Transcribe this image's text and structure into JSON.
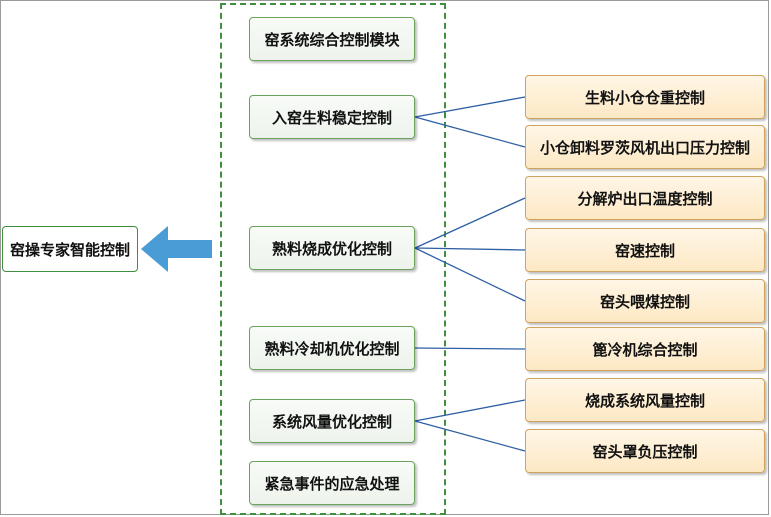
{
  "main": {
    "label": "窑操专家智能控制"
  },
  "modules": [
    {
      "id": "m0",
      "label": "窑系统综合控制模块"
    },
    {
      "id": "m1",
      "label": "入窑生料稳定控制"
    },
    {
      "id": "m2",
      "label": "熟料烧成优化控制"
    },
    {
      "id": "m3",
      "label": "熟料冷却机优化控制"
    },
    {
      "id": "m4",
      "label": "系统风量优化控制"
    },
    {
      "id": "m5",
      "label": "紧急事件的应急处理"
    }
  ],
  "submodules": [
    {
      "id": "s0",
      "parent": "m1",
      "label": "生料小仓仓重控制"
    },
    {
      "id": "s1",
      "parent": "m1",
      "label": "小仓卸料罗茨风机出口压力控制"
    },
    {
      "id": "s2",
      "parent": "m2",
      "label": "分解炉出口温度控制"
    },
    {
      "id": "s3",
      "parent": "m2",
      "label": "窑速控制"
    },
    {
      "id": "s4",
      "parent": "m2",
      "label": "窑头喂煤控制"
    },
    {
      "id": "s5",
      "parent": "m3",
      "label": "篦冷机综合控制"
    },
    {
      "id": "s6",
      "parent": "m4",
      "label": "烧成系统风量控制"
    },
    {
      "id": "s7",
      "parent": "m4",
      "label": "窑头罩负压控制"
    }
  ],
  "colors": {
    "module_border": "#6aa35b",
    "submodule_border": "#cfa360",
    "connector": "#2e5fa3",
    "arrow": "#4a9cd6",
    "group_border": "#3f8f3f"
  }
}
